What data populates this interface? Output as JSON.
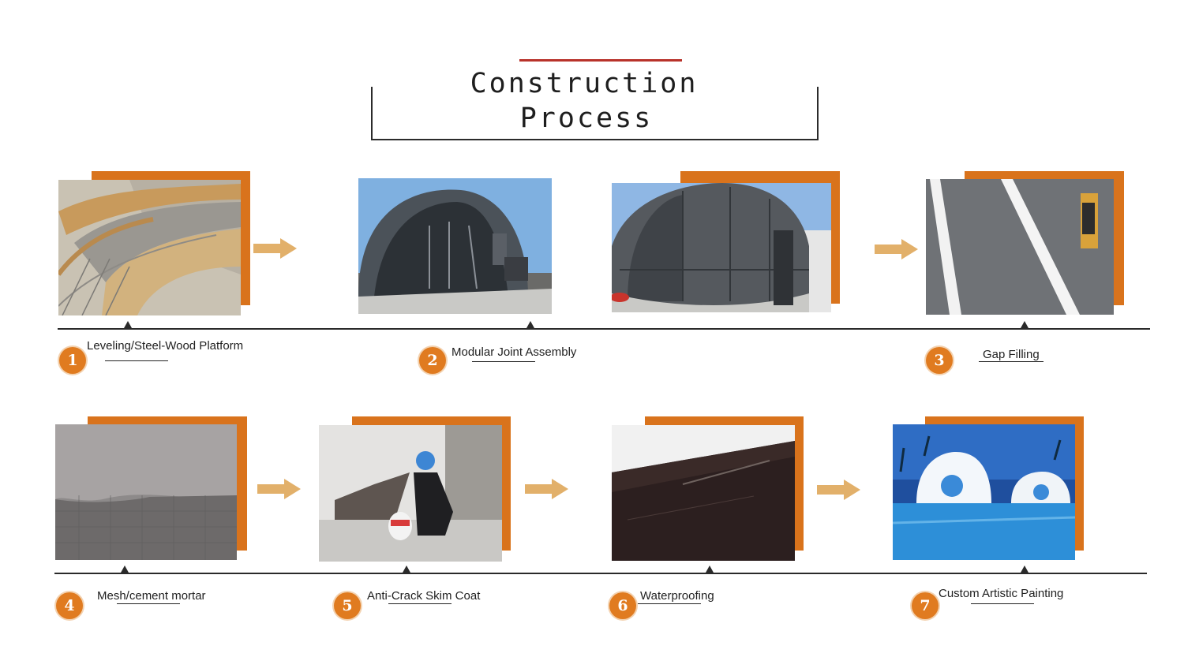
{
  "title": {
    "line1": "Construction",
    "line2": "Process"
  },
  "colors": {
    "accent_orange": "#d9731c",
    "badge_orange": "#e07b20",
    "title_red": "#b8322a",
    "line": "#2a2a2a"
  },
  "steps": [
    {
      "number": "1",
      "label": "Leveling/Steel-Wood Platform"
    },
    {
      "number": "2",
      "label": "Modular Joint Assembly"
    },
    {
      "number": "3",
      "label": "Gap Filling"
    },
    {
      "number": "4",
      "label": "Mesh/cement mortar"
    },
    {
      "number": "5",
      "label": "Anti-Crack Skim Coat"
    },
    {
      "number": "6",
      "label": "Waterproofing"
    },
    {
      "number": "7",
      "label": "Custom Artistic Painting"
    }
  ],
  "icons": {
    "flow_arrow": "right-arrow-icon"
  }
}
